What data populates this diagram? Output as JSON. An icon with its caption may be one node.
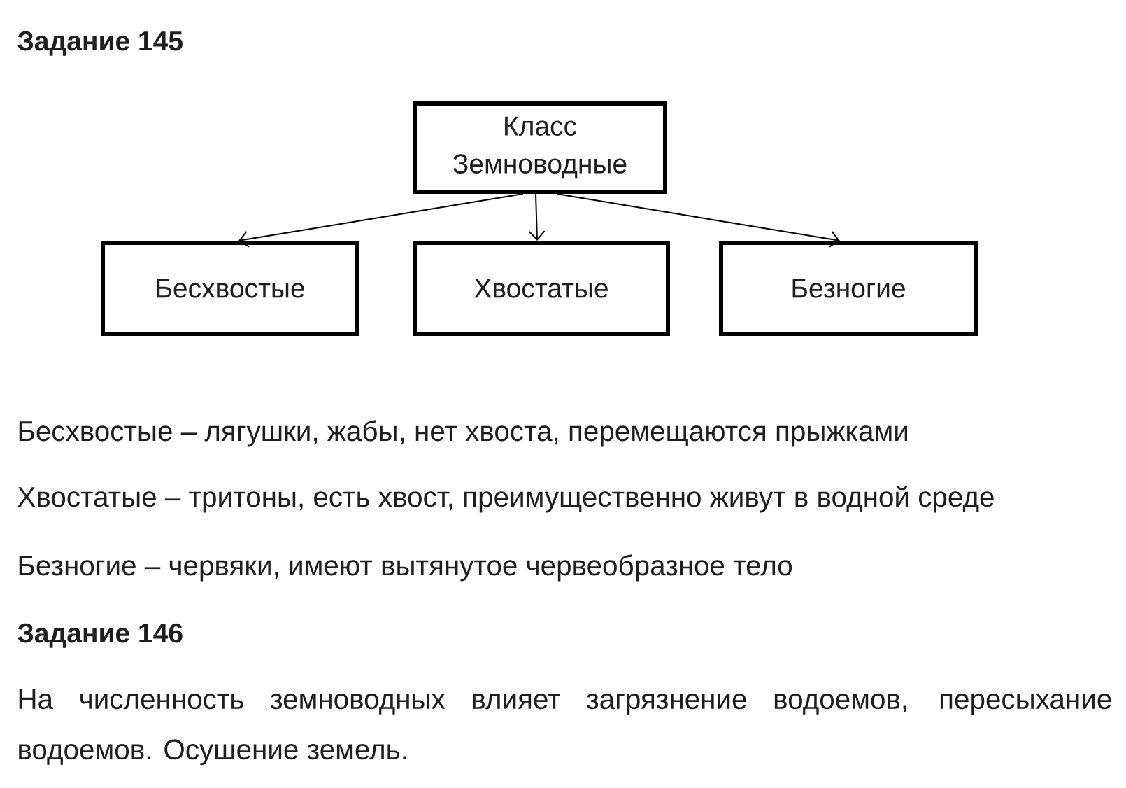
{
  "diagram": {
    "title": "Задание 145",
    "nodes": [
      {
        "text": [
          "Класс Земноводные"
        ]
      },
      {
        "text": [
          "Бесхвостые"
        ]
      },
      {
        "text": [
          "Хвостатые"
        ]
      },
      {
        "text": [
          "Безногие"
        ]
      }
    ],
    "edges": [
      {
        "from": 0,
        "to": 1,
        "arrow": "to"
      },
      {
        "from": 0,
        "to": 2,
        "arrow": "to"
      },
      {
        "from": 0,
        "to": 3,
        "arrow": "to"
      }
    ],
    "labels": [
      "Бесхвостые – лягушки, жабы, нет хвоста, перемещаются прыжками",
      "Хвостатые – тритоны, есть хвост, преимущественно живут в водной среде",
      "Безногие – червяки, имеют вытянутое червеобразное тело",
      "Задание 146",
      "На численность земноводных влияет загрязнение водоемов, пересыхание водоемов. Осушение земель."
    ]
  }
}
